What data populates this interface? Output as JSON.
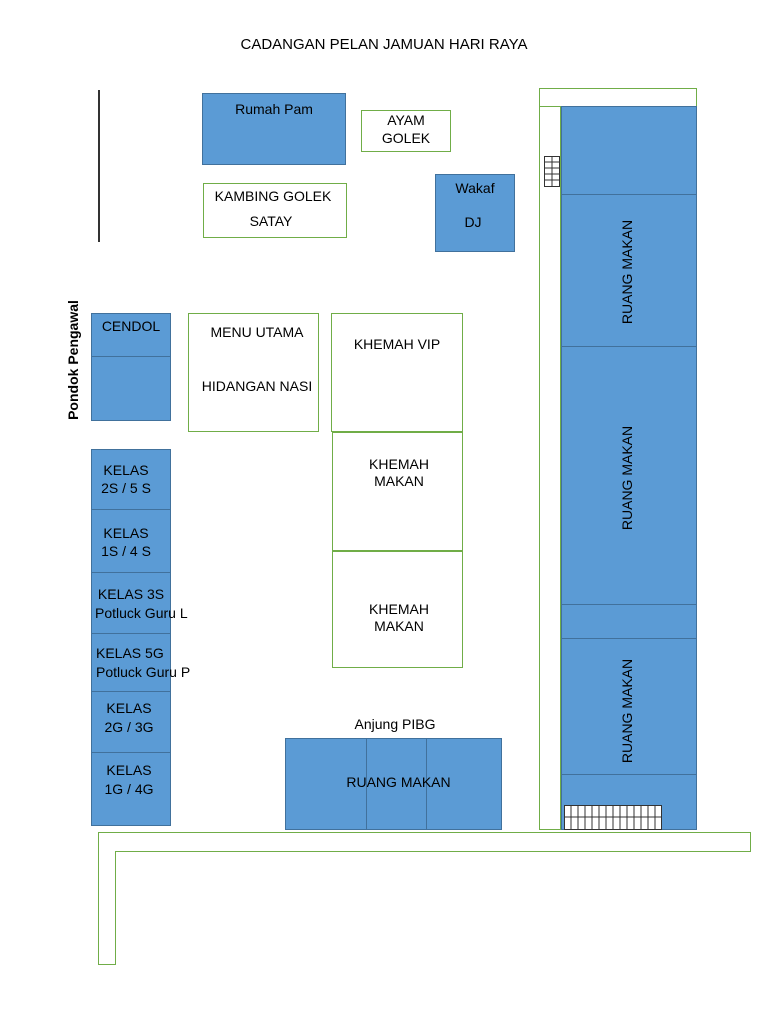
{
  "title": "CADANGAN PELAN JAMUAN HARI RAYA",
  "side_label": "Pondok Pengawal",
  "rumah_pam": "Rumah Pam",
  "ayam_golek": [
    "AYAM",
    "GOLEK"
  ],
  "kambing_golek": [
    "KAMBING GOLEK",
    "SATAY"
  ],
  "wakaf": "Wakaf",
  "dj": "DJ",
  "cendol": "CENDOL",
  "menu_utama": "MENU UTAMA",
  "hidangan_nasi": "HIDANGAN NASI",
  "khemah_vip": "KHEMAH VIP",
  "khemah_makan_1": [
    "KHEMAH",
    "MAKAN"
  ],
  "khemah_makan_2": [
    "KHEMAH",
    "MAKAN"
  ],
  "anjung_pibg": "Anjung PIBG",
  "ruang_makan_bottom": "RUANG MAKAN",
  "ruang_makan_right": [
    "RUANG MAKAN",
    "RUANG MAKAN",
    "RUANG MAKAN"
  ],
  "kelas": [
    [
      "KELAS",
      "2S  / 5 S"
    ],
    [
      "KELAS",
      "1S  / 4 S"
    ],
    [
      "KELAS 3S",
      "Potluck Guru L"
    ],
    [
      "KELAS 5G",
      "Potluck Guru P"
    ],
    [
      "KELAS",
      "2G  / 3G"
    ],
    [
      "KELAS",
      "1G  / 4G"
    ]
  ],
  "colors": {
    "blue_fill": "#5b9bd5",
    "blue_border": "#41719c",
    "green_border": "#70ad47"
  }
}
